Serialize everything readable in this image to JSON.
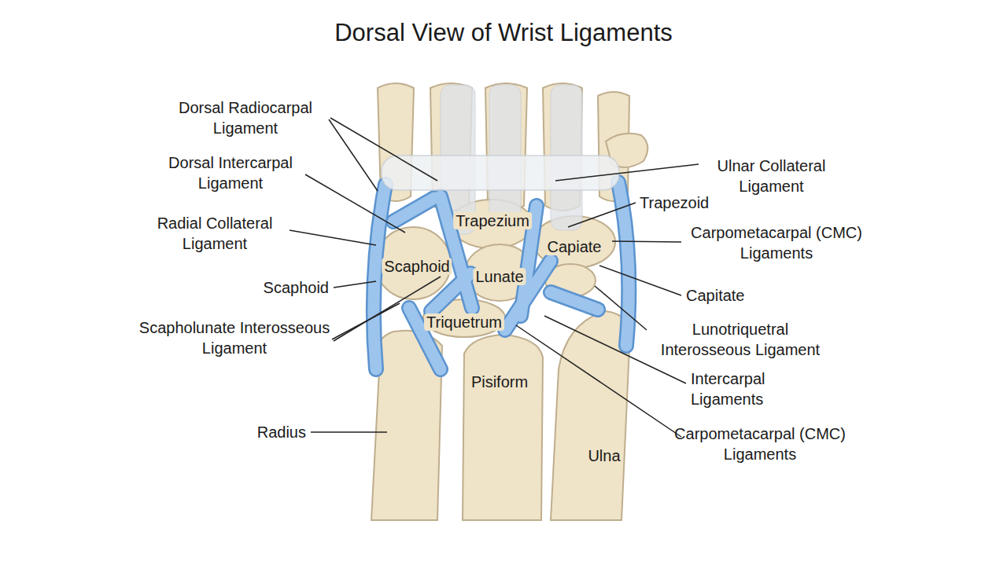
{
  "diagram": {
    "title": "Dorsal View of Wrist Ligaments",
    "labels": [
      "Dorsal Radiocarpal Ligament",
      "Dorsal Intercarpal Ligament",
      "Radial Collateral Ligament",
      "Scaphoid",
      "Scapholunate Interosseous Ligament",
      "Radius",
      "Ulnar Collateral Ligament",
      "Trapezoid",
      "Carpometacarpal (CMC) Ligaments",
      "Capitate",
      "Lunotriquetral Interosseous Ligament",
      "Intercarpal Ligaments",
      "Carpometacarpal (CMC) Ligaments",
      "Ulna",
      "Trapezium",
      "Capiate",
      "Scaphoid",
      "Lunate",
      "Triquetrum",
      "Pisiform"
    ]
  }
}
